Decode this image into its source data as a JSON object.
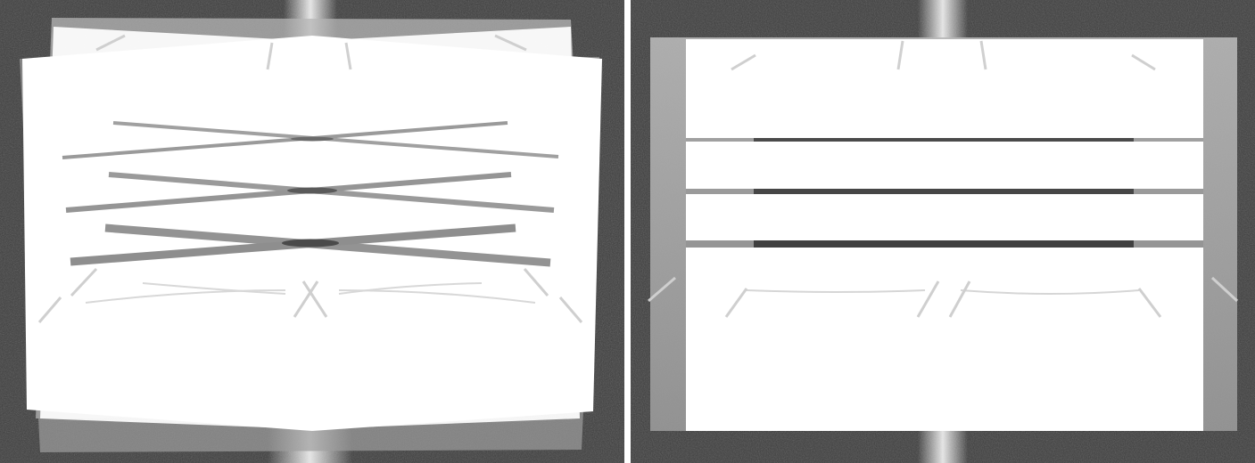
{
  "image": {
    "kind": "two-panel grayscale photograph",
    "panels": [
      {
        "name": "left",
        "scene": "misregistered-overlay",
        "overlay_layers": 3,
        "line_pairs_crossed": 3
      },
      {
        "name": "right",
        "scene": "aligned-overlay",
        "overlay_layers": 2,
        "horizontal_lines": 3
      }
    ],
    "colors": {
      "background_texture": "#3c3c3c",
      "paper": "#ffffff",
      "overlay_tint": "#a8a8a8",
      "line_light": "#9a9a9a",
      "line_dark": "#4a4a4a"
    }
  }
}
